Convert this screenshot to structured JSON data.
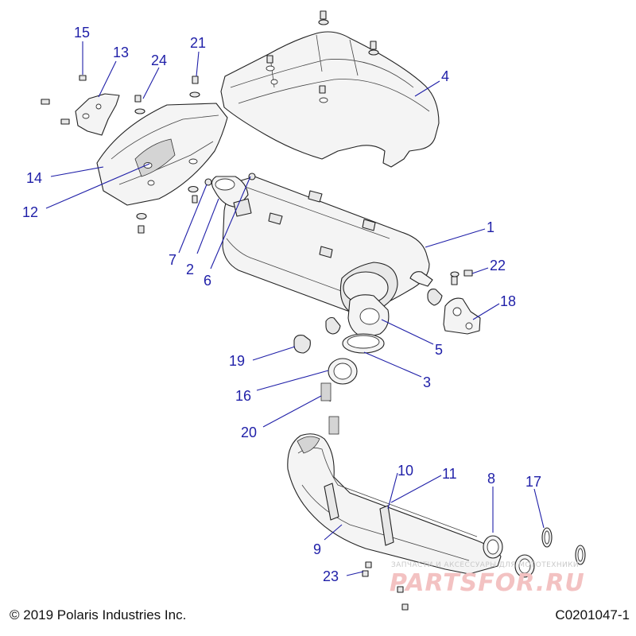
{
  "callouts": {
    "c1": "1",
    "c2": "2",
    "c3": "3",
    "c4": "4",
    "c5": "5",
    "c6": "6",
    "c7": "7",
    "c8": "8",
    "c9": "9",
    "c10": "10",
    "c11": "11",
    "c12": "12",
    "c13": "13",
    "c14": "14",
    "c15": "15",
    "c16": "16",
    "c17": "17",
    "c18": "18",
    "c19": "19",
    "c20": "20",
    "c21": "21",
    "c22": "22",
    "c23": "23",
    "c24": "24"
  },
  "footer": {
    "copyright": "© 2019 Polaris Industries Inc.",
    "figure_id": "C0201047-1"
  },
  "watermark": {
    "tagline": "ЗАПЧАСТИ И АКСЕССУАРЫ ДЛЯ МОТОТЕХНИКИ",
    "brand": "PARTSFOR.RU"
  },
  "colors": {
    "callout": "#1f1fa8",
    "line": "#222222",
    "watermark": "#f3c2c2"
  }
}
